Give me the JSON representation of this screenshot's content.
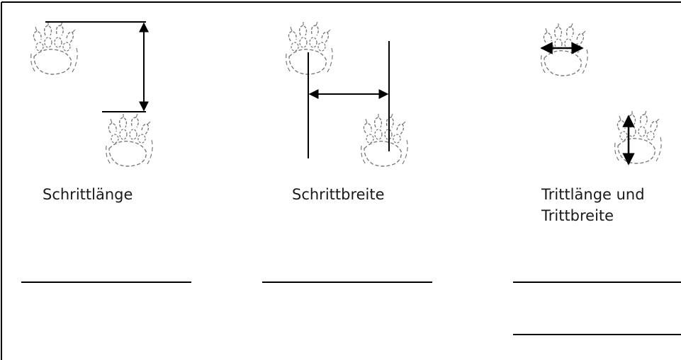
{
  "labels": {
    "stride_length": "Schrittlänge",
    "stride_width": "Schrittbreite",
    "track_size_line1": "Trittlänge und",
    "track_size_line2": "Trittbreite"
  },
  "icons": {
    "paw": "paw-print-icon",
    "arrow": "double-arrow-icon"
  },
  "colors": {
    "ink": "#000000",
    "paw_stroke": "#7a7a7a"
  }
}
